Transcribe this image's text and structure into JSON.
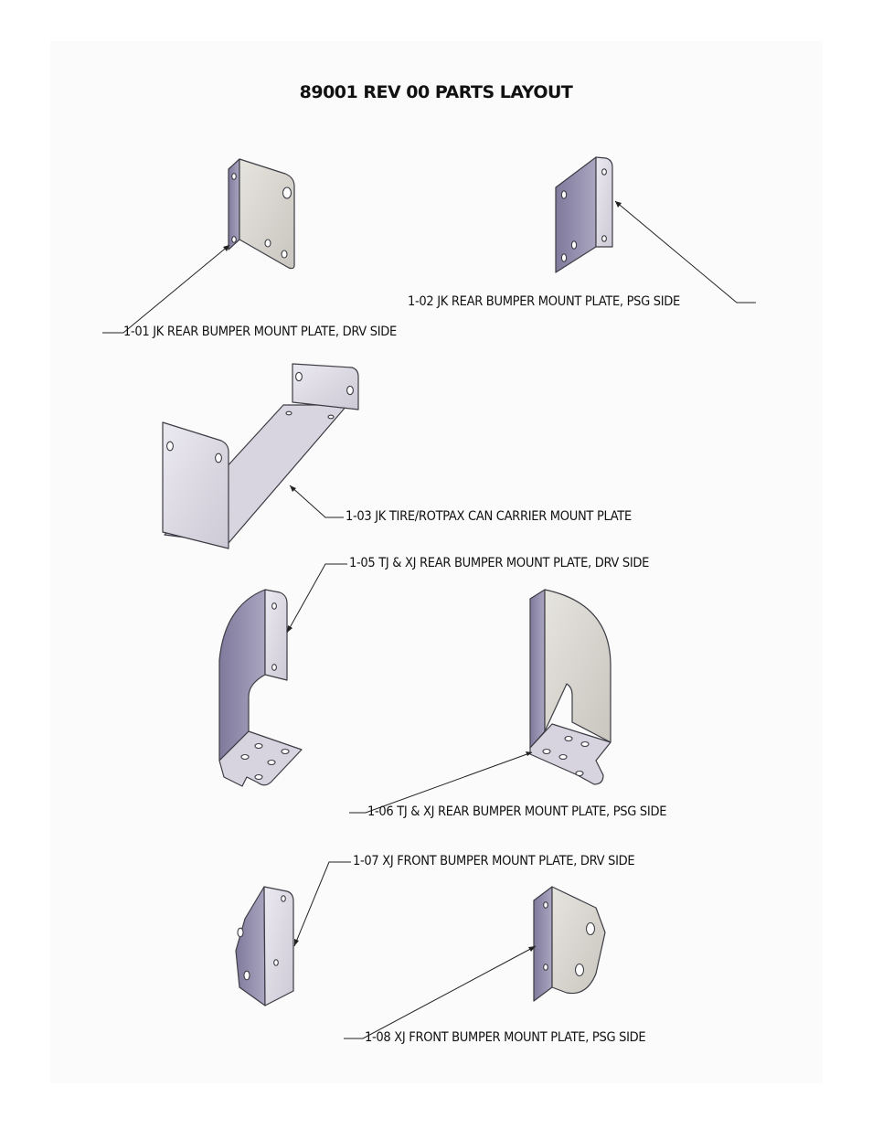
{
  "title": "89001 REV 00 PARTS LAYOUT",
  "parts": [
    {
      "id": "1-01",
      "label": "1-01 JK REAR BUMPER MOUNT PLATE, DRV SIDE"
    },
    {
      "id": "1-02",
      "label": "1-02 JK REAR BUMPER MOUNT PLATE, PSG SIDE"
    },
    {
      "id": "1-03",
      "label": "1-03 JK TIRE/ROTPAX CAN CARRIER MOUNT PLATE"
    },
    {
      "id": "1-05",
      "label": "1-05 TJ & XJ REAR BUMPER MOUNT PLATE, DRV SIDE"
    },
    {
      "id": "1-06",
      "label": "1-06 TJ & XJ REAR BUMPER MOUNT PLATE, PSG SIDE"
    },
    {
      "id": "1-07",
      "label": "1-07 XJ FRONT BUMPER MOUNT PLATE, DRV SIDE"
    },
    {
      "id": "1-08",
      "label": "1-08 XJ FRONT BUMPER MOUNT PLATE, PSG SIDE"
    }
  ],
  "colors": {
    "plate_light": "#dedbe4",
    "plate_face": "#cfcbd8",
    "plate_dark": "#9a94b2",
    "plate_edge": "#3c3c44",
    "leader": "#222222"
  }
}
